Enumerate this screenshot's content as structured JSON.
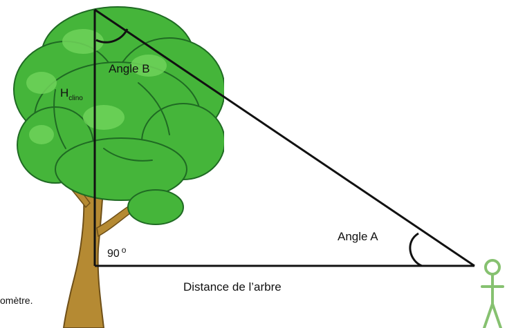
{
  "diagram": {
    "label_angle_b": "Angle B",
    "label_angle_a": "Angle A",
    "label_height_main": "H",
    "label_height_sub": "clino",
    "label_right_angle": "90",
    "label_degree": "o",
    "label_distance": "Distance de l’arbre",
    "clipped_caption": "omètre."
  },
  "colors": {
    "foliage": "#45b53a",
    "foliage_light": "#6fd35a",
    "foliage_dark": "#1f6a23",
    "trunk": "#b58a33",
    "trunk_dark": "#6e4f18",
    "stick_figure": "#86c170",
    "line": "#111111"
  },
  "icons": {
    "tree": "tree-illustration",
    "person": "stick-figure-icon"
  }
}
